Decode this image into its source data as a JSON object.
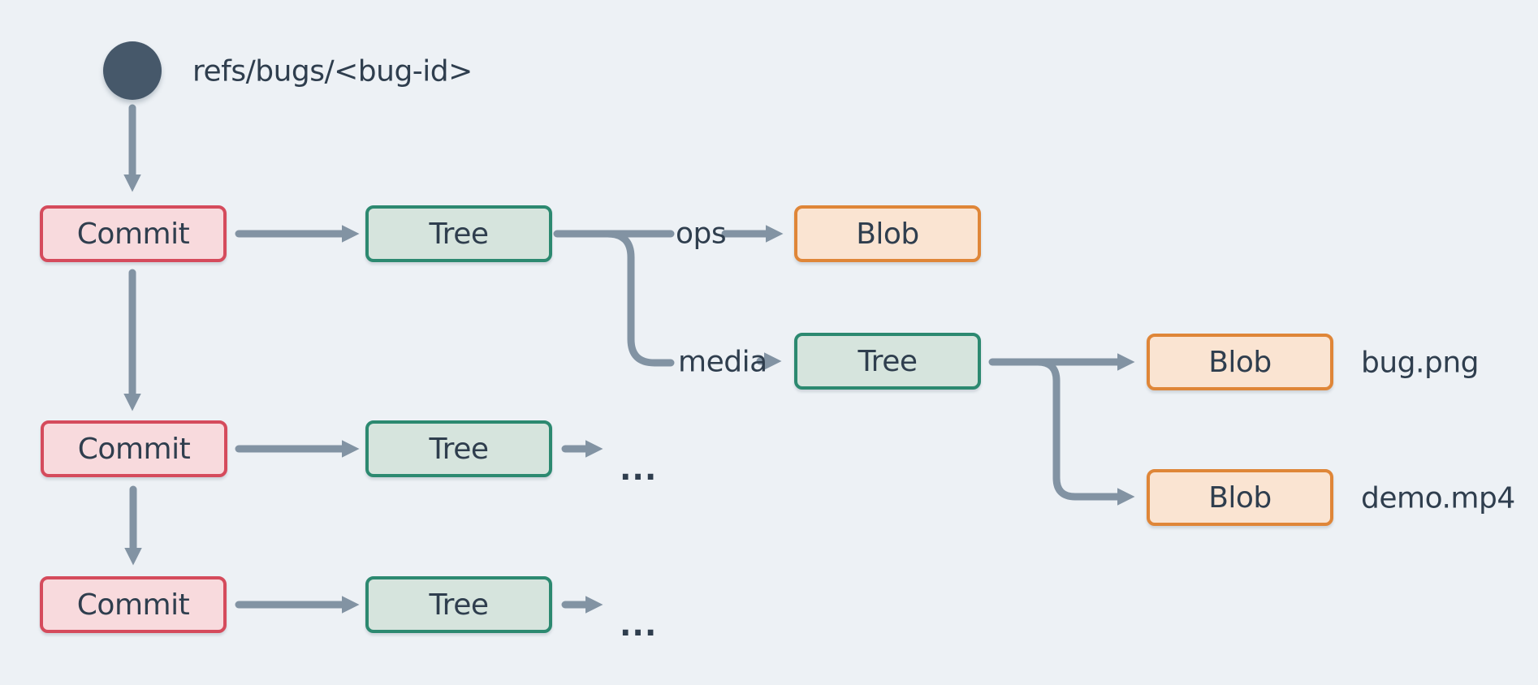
{
  "colors": {
    "background": "#edf1f5",
    "text": "#2f3e4e",
    "connector": "#8293a3",
    "ref_dot": "#46586a",
    "commit_fill": "#f8dadd",
    "commit_border": "#d54b5c",
    "tree_fill": "#d6e4dd",
    "tree_border": "#2c8970",
    "blob_fill": "#fae4d2",
    "blob_border": "#df8638"
  },
  "ref": {
    "label": "refs/bugs/<bug-id>"
  },
  "node_labels": {
    "commit": "Commit",
    "tree": "Tree",
    "blob": "Blob"
  },
  "edge_labels": {
    "ops": "ops",
    "media": "media"
  },
  "file_labels": {
    "bug": "bug.png",
    "demo": "demo.mp4"
  },
  "ellipsis": "..."
}
